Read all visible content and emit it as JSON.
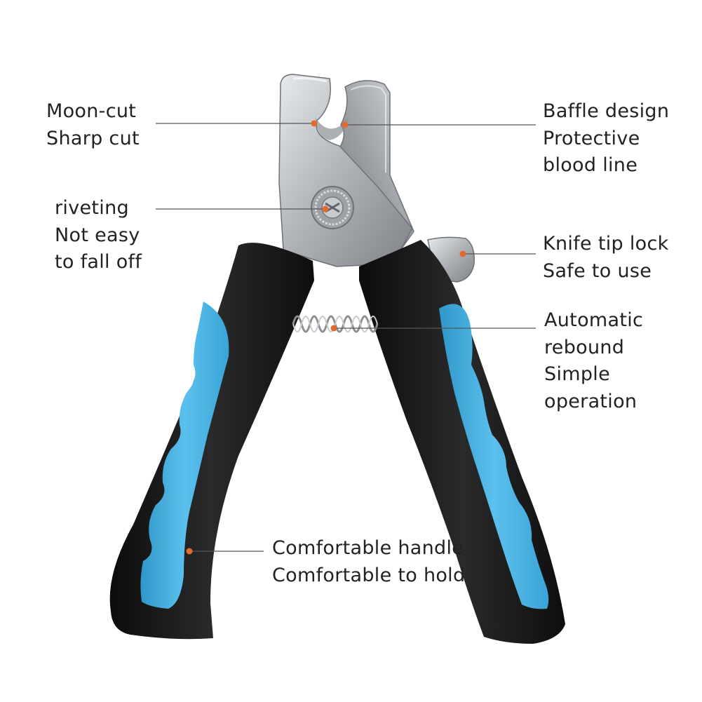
{
  "colors": {
    "accent_dot": "#e36a2c",
    "handle_black": "#151515",
    "grip_blue": "#4ab3e4",
    "steel": "#b9bcbf",
    "leader_line": "#555555"
  },
  "callouts": {
    "moon_cut": {
      "lines": [
        "Moon-cut",
        "Sharp cut"
      ]
    },
    "baffle": {
      "lines": [
        "Baffle design",
        "Protective",
        "blood line"
      ]
    },
    "riveting": {
      "lines": [
        "riveting",
        "Not easy",
        "to fall off"
      ]
    },
    "knife_lock": {
      "lines": [
        "Knife tip lock",
        "Safe to use"
      ]
    },
    "rebound": {
      "lines": [
        "Automatic",
        "rebound",
        "Simple",
        "operation"
      ]
    },
    "handle": {
      "lines": [
        "Comfortable handle",
        "Comfortable to hold"
      ]
    }
  }
}
